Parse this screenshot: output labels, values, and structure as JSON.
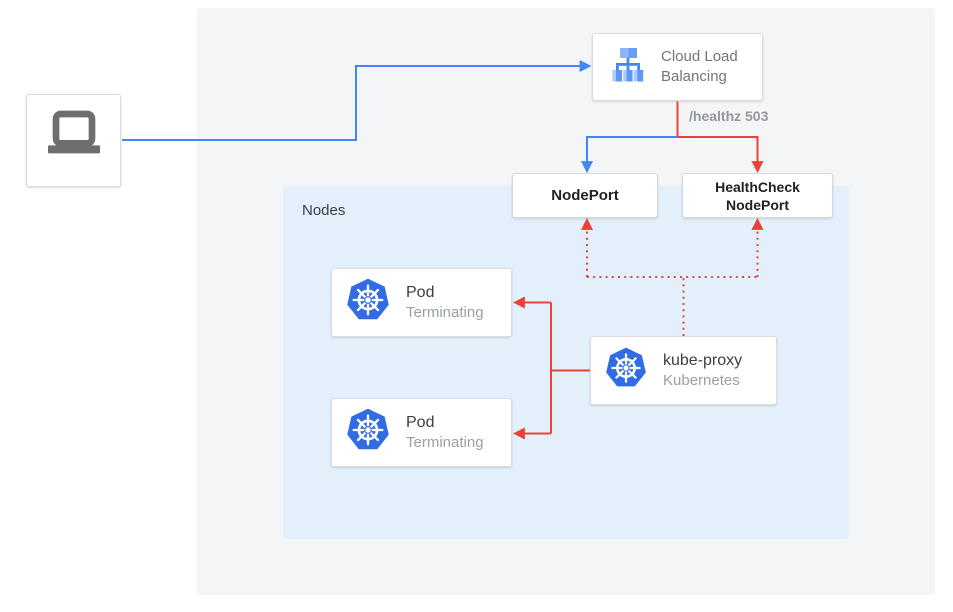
{
  "diagram": {
    "client": {
      "icon": "laptop-icon"
    },
    "cloud_load_balancing": {
      "label": "Cloud Load Balancing",
      "icon": "load-balancer-icon"
    },
    "health_check_annotation": "/healthz 503",
    "node_port": {
      "label": "NodePort"
    },
    "health_check_node_port": {
      "label": "HealthCheck NodePort"
    },
    "nodes_group": {
      "label": "Nodes"
    },
    "pods": [
      {
        "title": "Pod",
        "status": "Terminating",
        "icon": "kubernetes-icon"
      },
      {
        "title": "Pod",
        "status": "Terminating",
        "icon": "kubernetes-icon"
      }
    ],
    "kube_proxy": {
      "title": "kube-proxy",
      "subtitle": "Kubernetes",
      "icon": "kubernetes-icon"
    }
  },
  "colors": {
    "canvas_background": "#f4f5f6",
    "nodes_group_background": "#e3f0fc",
    "traffic_blue": "#4285f4",
    "error_red": "#ea4335",
    "kubernetes_blue": "#326ce5",
    "text_dark": "#202124",
    "text_medium": "#3c4043",
    "text_gray": "#757575",
    "text_light_gray": "#9aa0a6",
    "box_border": "#dadce0"
  }
}
